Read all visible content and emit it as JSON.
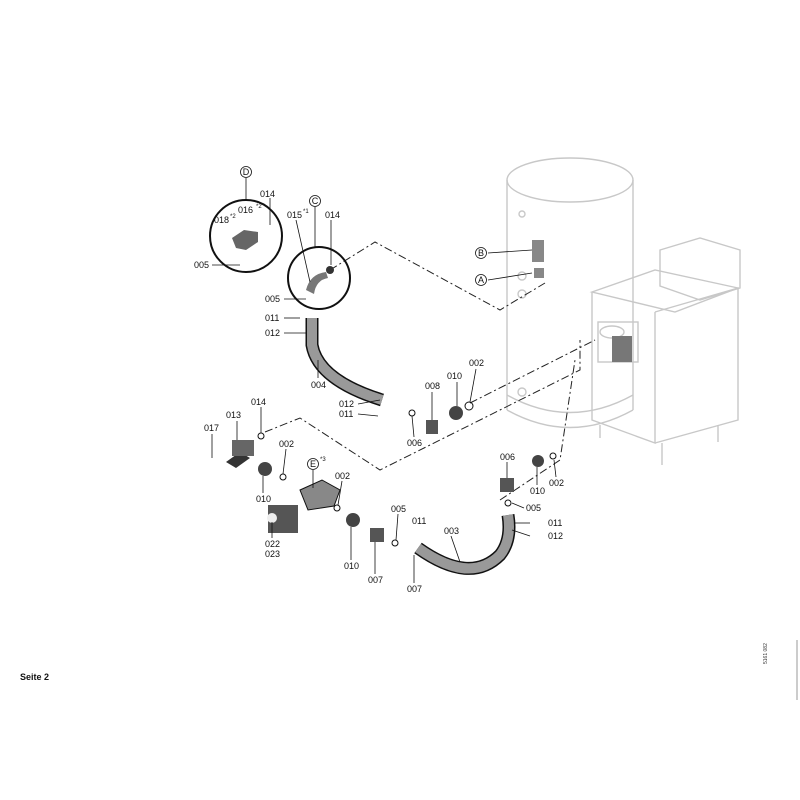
{
  "page_label": "Seite 2",
  "drawing_code": "5161 082",
  "callouts": {
    "A": "A",
    "B": "B",
    "C": "C",
    "D": "D",
    "E": "E"
  },
  "footnote_marks": {
    "f1": "*1",
    "f2": "*2",
    "f3": "*3"
  },
  "labels": [
    "014",
    "016",
    "018",
    "005",
    "015",
    "014",
    "005",
    "011",
    "012",
    "004",
    "012",
    "011",
    "006",
    "008",
    "010",
    "002",
    "014",
    "013",
    "017",
    "002",
    "010",
    "002",
    "022",
    "023",
    "010",
    "007",
    "005",
    "011",
    "007",
    "003",
    "006",
    "010",
    "002",
    "005",
    "011",
    "012"
  ]
}
